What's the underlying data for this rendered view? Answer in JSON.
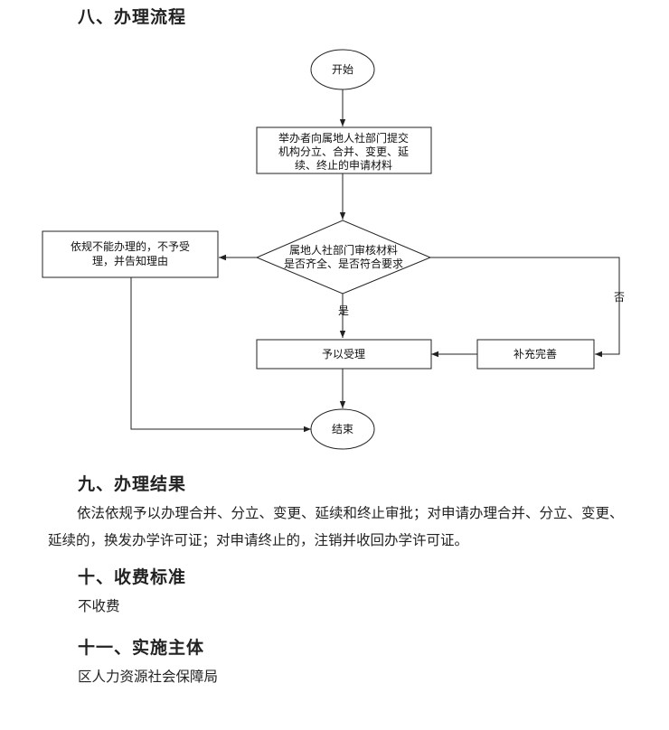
{
  "sections": {
    "s8_title": "八、办理流程",
    "s9_title": "九、办理结果",
    "s9_body": "依法依规予以办理合并、分立、变更、延续和终止审批；对申请办理合并、分立、变更、延续的，换发办学许可证；对申请终止的，注销并收回办学许可证。",
    "s10_title": "十、收费标准",
    "s10_body": "不收费",
    "s11_title": "十一、实施主体",
    "s11_body": "区人力资源社会保障局"
  },
  "flowchart": {
    "start": "开始",
    "submit": [
      "举办者向属地人社部门提交",
      "机构分立、合并、变更、延",
      "续、终止的申请材料"
    ],
    "review": [
      "属地人社部门审核材料",
      "是否齐全、是否符合要求"
    ],
    "reject": [
      "依规不能办理的，不予受",
      "理，并告知理由"
    ],
    "yes_label": "是",
    "no_label": "否",
    "accept": "予以受理",
    "supplement": "补充完善",
    "end": "结束"
  }
}
